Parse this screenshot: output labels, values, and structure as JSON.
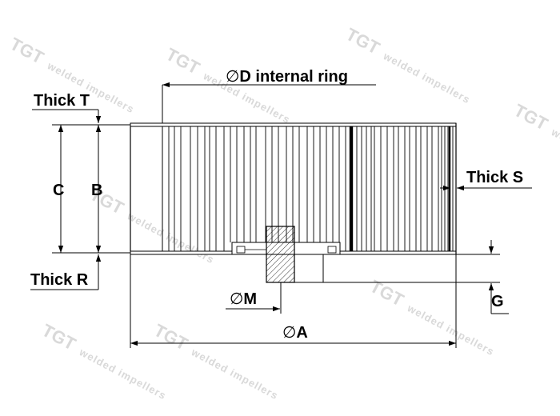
{
  "labels": {
    "d_internal_ring": "D internal ring",
    "thick_t": "Thick T",
    "thick_s": "Thick S",
    "thick_r": "Thick R",
    "c": "C",
    "b": "B",
    "m": "M",
    "a": "A",
    "g": "G"
  },
  "diameter_symbol": "∅",
  "watermark": {
    "brand": "TGT",
    "text": "welded impellers"
  }
}
